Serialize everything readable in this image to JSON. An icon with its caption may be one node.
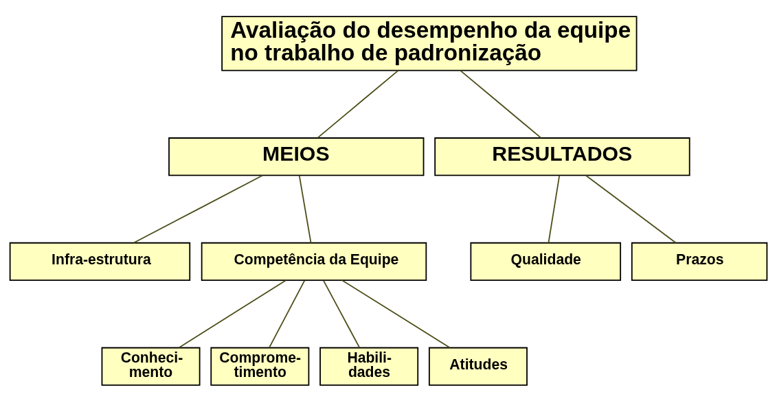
{
  "diagram": {
    "nodes": [
      {
        "text": [
          "Avaliação do desempenho da equipe no trabalho de padronização"
        ]
      },
      {
        "text": [
          "MEIOS"
        ]
      },
      {
        "text": [
          "RESULTADOS"
        ]
      },
      {
        "text": [
          "Infra-estrutura"
        ]
      },
      {
        "text": [
          "Competência da Equipe"
        ]
      },
      {
        "text": [
          "Qualidade"
        ]
      },
      {
        "text": [
          "Prazos"
        ]
      },
      {
        "text": [
          "Conheci- mento"
        ]
      },
      {
        "text": [
          "Comprome- timento"
        ]
      },
      {
        "text": [
          "Habili- dades"
        ]
      },
      {
        "text": [
          "Atitudes"
        ]
      }
    ],
    "edges": [
      {
        "from": 0,
        "to": 1,
        "arrow": "none"
      },
      {
        "from": 0,
        "to": 2,
        "arrow": "none"
      },
      {
        "from": 1,
        "to": 3,
        "arrow": "none"
      },
      {
        "from": 1,
        "to": 4,
        "arrow": "none"
      },
      {
        "from": 2,
        "to": 5,
        "arrow": "none"
      },
      {
        "from": 2,
        "to": 6,
        "arrow": "none"
      },
      {
        "from": 4,
        "to": 7,
        "arrow": "none"
      },
      {
        "from": 4,
        "to": 8,
        "arrow": "none"
      },
      {
        "from": 4,
        "to": 9,
        "arrow": "none"
      },
      {
        "from": 4,
        "to": 10,
        "arrow": "none"
      }
    ]
  }
}
